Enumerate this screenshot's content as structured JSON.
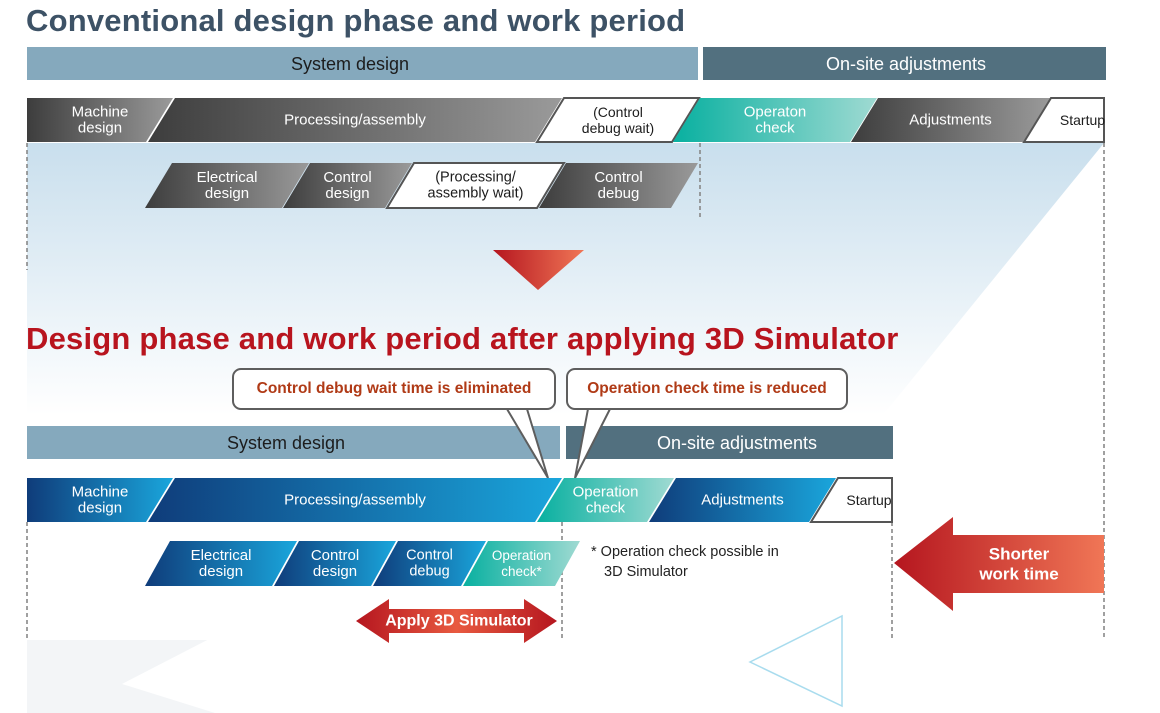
{
  "conventional": {
    "title": "Conventional design phase and work period",
    "phases": {
      "system_design": "System design",
      "onsite_adjustments": "On-site adjustments"
    },
    "row1": [
      {
        "lines": [
          "Machine",
          "design"
        ]
      },
      {
        "lines": [
          "Processing/assembly"
        ]
      },
      {
        "lines": [
          "(Control",
          "debug wait)"
        ]
      },
      {
        "lines": [
          "Operaton",
          "check"
        ]
      },
      {
        "lines": [
          "Adjustments"
        ]
      },
      {
        "lines": [
          "Startup"
        ]
      }
    ],
    "row2": [
      {
        "lines": [
          "Electrical",
          "design"
        ]
      },
      {
        "lines": [
          "Control",
          "design"
        ]
      },
      {
        "lines": [
          "(Processing/",
          "assembly wait)"
        ]
      },
      {
        "lines": [
          "Control",
          "debug"
        ]
      }
    ]
  },
  "simulator": {
    "title": "Design phase and work period after applying 3D Simulator",
    "callouts": {
      "debug_wait": "Control debug wait time is eliminated",
      "operation_check": "Operation check time is reduced"
    },
    "phases": {
      "system_design": "System design",
      "onsite_adjustments": "On-site adjustments"
    },
    "row1": [
      {
        "lines": [
          "Machine",
          "design"
        ]
      },
      {
        "lines": [
          "Processing/assembly"
        ]
      },
      {
        "lines": [
          "Operation",
          "check"
        ]
      },
      {
        "lines": [
          "Adjustments"
        ]
      },
      {
        "lines": [
          "Startup"
        ]
      }
    ],
    "row2": [
      {
        "lines": [
          "Electrical",
          "design"
        ]
      },
      {
        "lines": [
          "Control",
          "design"
        ]
      },
      {
        "lines": [
          "Control",
          "debug"
        ]
      },
      {
        "lines": [
          "Operation",
          "check*"
        ]
      }
    ],
    "note": {
      "line1": "* Operation check possible in",
      "line2": "3D Simulator"
    },
    "apply_arrow": "Apply 3D Simulator",
    "shorter_arrow": {
      "line1": "Shorter",
      "line2": "work time"
    }
  },
  "colors": {
    "title_conventional": "#3d5266",
    "title_simulator": "#b8141e",
    "system_design_band": "#85a9bd",
    "onsite_band": "#52707f",
    "callout_text": "#b03a16",
    "arrow_red": "#c8232a",
    "arrow_orange": "#f07656"
  }
}
